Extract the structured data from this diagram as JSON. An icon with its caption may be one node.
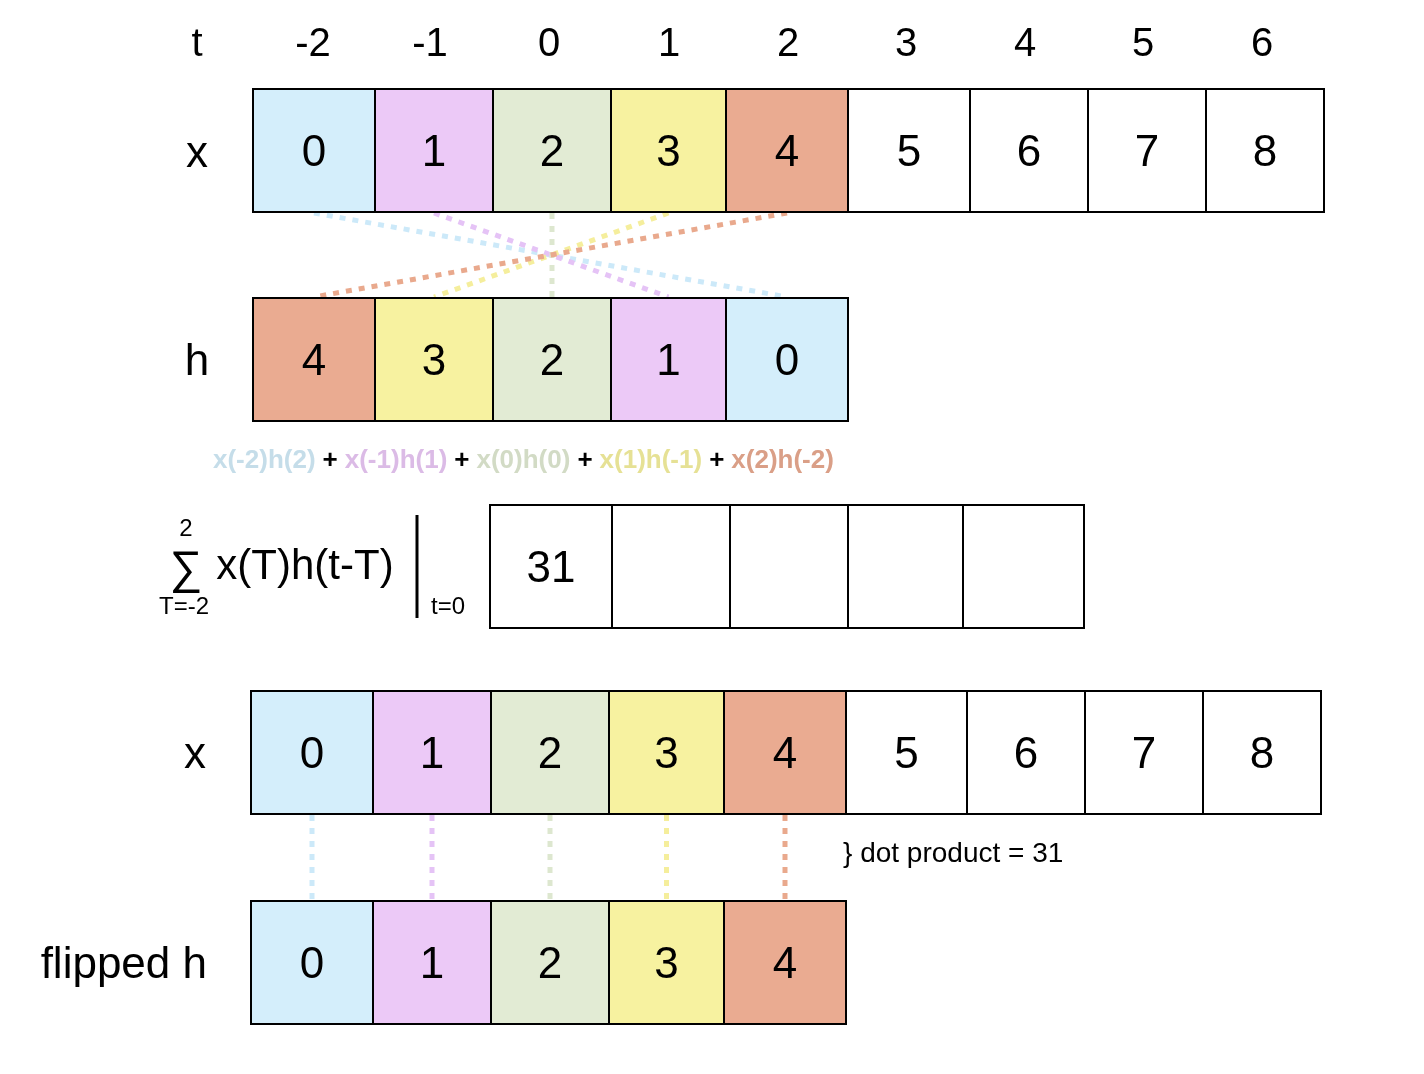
{
  "diagram": {
    "nodes": [
      {
        "text": [
          "0"
        ]
      },
      {
        "text": [
          "1"
        ]
      },
      {
        "text": [
          "2"
        ]
      },
      {
        "text": [
          "3"
        ]
      },
      {
        "text": [
          "4"
        ]
      },
      {
        "text": [
          "5"
        ]
      },
      {
        "text": [
          "6"
        ]
      },
      {
        "text": [
          "7"
        ]
      },
      {
        "text": [
          "8"
        ]
      },
      {
        "text": [
          "4"
        ]
      },
      {
        "text": [
          "3"
        ]
      },
      {
        "text": [
          "2"
        ]
      },
      {
        "text": [
          "1"
        ]
      },
      {
        "text": [
          "0"
        ]
      },
      {
        "text": [
          "31"
        ]
      },
      {
        "text": [],
        "shape": "box"
      },
      {
        "text": [],
        "shape": "box"
      },
      {
        "text": [],
        "shape": "box"
      },
      {
        "text": [],
        "shape": "box"
      },
      {
        "text": [
          "0"
        ]
      },
      {
        "text": [
          "1"
        ]
      },
      {
        "text": [
          "2"
        ]
      },
      {
        "text": [
          "3"
        ]
      },
      {
        "text": [
          "4"
        ]
      },
      {
        "text": [
          "5"
        ]
      },
      {
        "text": [
          "6"
        ]
      },
      {
        "text": [
          "7"
        ]
      },
      {
        "text": [
          "8"
        ]
      },
      {
        "text": [
          "0"
        ]
      },
      {
        "text": [
          "1"
        ]
      },
      {
        "text": [
          "2"
        ]
      },
      {
        "text": [
          "3"
        ]
      },
      {
        "text": [
          "4"
        ]
      }
    ],
    "edges": [
      {
        "from": 0,
        "to": 13,
        "arrow": "none",
        "style": "dashed",
        "color": "#cce9f9"
      },
      {
        "from": 1,
        "to": 12,
        "arrow": "none",
        "style": "dashed",
        "color": "#e5c3f6"
      },
      {
        "from": 2,
        "to": 11,
        "arrow": "none",
        "style": "dashed",
        "color": "#dde7cf"
      },
      {
        "from": 3,
        "to": 10,
        "arrow": "none",
        "style": "dashed",
        "color": "#f5ee9c"
      },
      {
        "from": 4,
        "to": 9,
        "arrow": "none",
        "style": "dashed",
        "color": "#e9a98d"
      },
      {
        "from": 19,
        "to": 28,
        "arrow": "none",
        "style": "dashed",
        "color": "#cce9f9"
      },
      {
        "from": 20,
        "to": 29,
        "arrow": "none",
        "style": "dashed",
        "color": "#e5c3f6"
      },
      {
        "from": 21,
        "to": 30,
        "arrow": "none",
        "style": "dashed",
        "color": "#dde7cf"
      },
      {
        "from": 22,
        "to": 31,
        "arrow": "none",
        "style": "dashed",
        "color": "#f5ee9c"
      },
      {
        "from": 23,
        "to": 32,
        "arrow": "none",
        "style": "dashed",
        "color": "#e9a98d"
      }
    ],
    "labels": [
      "t",
      "-2",
      "-1",
      "0",
      "1",
      "2",
      "3",
      "4",
      "5",
      "6",
      "x",
      "h",
      "x(-2)h(2)",
      "+",
      "x(-1)h(1)",
      "+",
      "x(0)h(0)",
      "+",
      "x(1)h(-1)",
      "+",
      "x(2)h(-2)",
      "2",
      "∑",
      "x(T)h(t-T)",
      "T=-2",
      "t=0",
      "x",
      "} dot product = 31",
      "flipped h"
    ]
  }
}
